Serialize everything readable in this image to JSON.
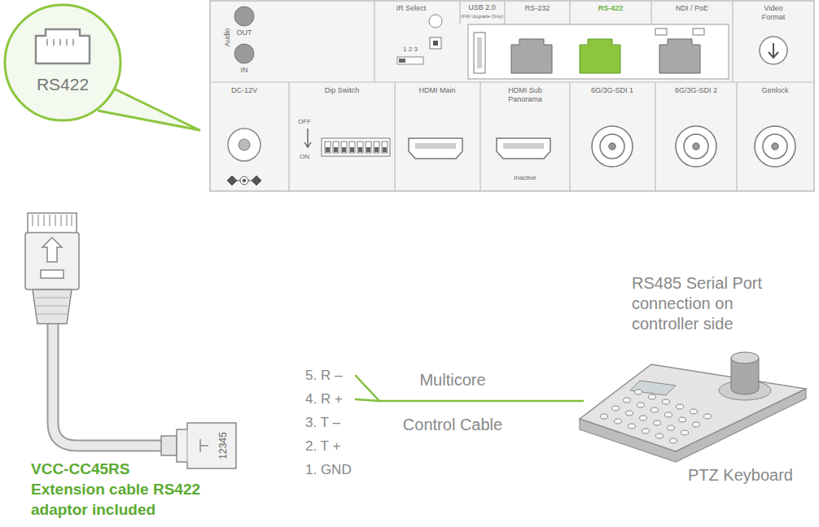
{
  "diagram": {
    "nodes": [
      {
        "text": [
          "RS422"
        ]
      },
      {
        "text": [
          "12345"
        ]
      },
      {
        "text": [
          "RS485 Serial Port connection on controller side",
          "PTZ Keyboard"
        ]
      }
    ],
    "labels": [
      "OUT",
      "Audio",
      "IN",
      "IR Select",
      "1 2 3",
      "USB 2.0",
      "(FW Upgrade Only)",
      "RS-232",
      "RS-422",
      "NDI / PoE",
      "Video Format",
      "DC-12V",
      "Dip Switch",
      "OFF",
      "ON",
      "HDMI Main",
      "HDMI Sub Panorama",
      "Inactive",
      "6G/3G-SDI 1",
      "6G/3G-SDI 2",
      "Genlock",
      "5. R –",
      "4. R +",
      "3. T –",
      "2. T +",
      "1. GND",
      "Multicore",
      "Control Cable",
      "VCC-CC45RS",
      "Extension cable RS422 adaptor included"
    ]
  }
}
